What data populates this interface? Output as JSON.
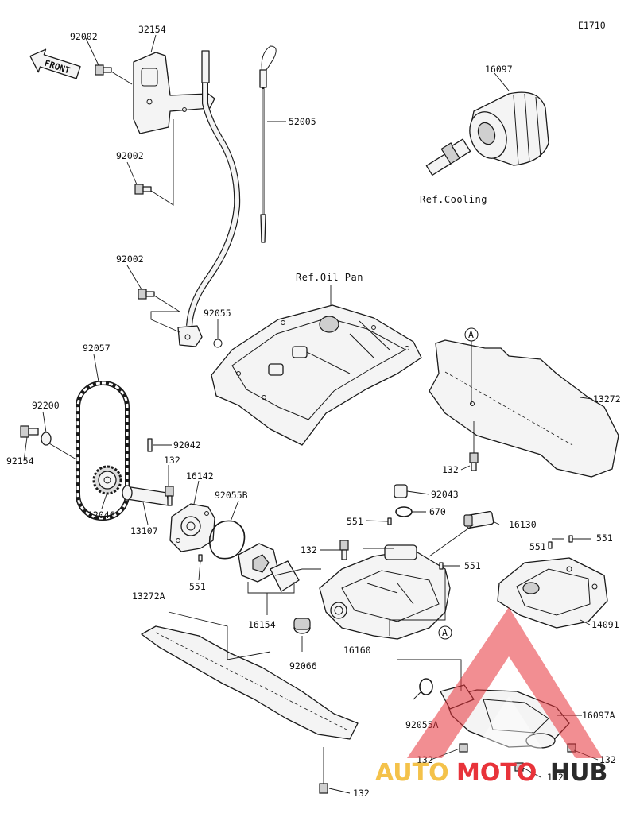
{
  "diagram_code": "E1710",
  "front_label": "FRONT",
  "references": {
    "cooling": "Ref.Cooling",
    "oil_pan": "Ref.Oil Pan"
  },
  "callout_letter": "A",
  "part_numbers": {
    "p92002_top": "92002",
    "p32154": "32154",
    "p52005": "52005",
    "p16097": "16097",
    "p92002_mid": "92002",
    "p92002_low": "92002",
    "p92055": "92055",
    "p92057": "92057",
    "p92200": "92200",
    "p92154": "92154",
    "p92042": "92042",
    "p132_pump": "132",
    "p16142": "16142",
    "p92055B": "92055B",
    "p12046": "12046",
    "p13107": "13107",
    "p551_pump": "551",
    "p16154": "16154",
    "p13272": "13272",
    "p132_right": "132",
    "p92043": "92043",
    "p670": "670",
    "p16130": "16130",
    "p551_top": "551",
    "p132_block": "132",
    "p551_block": "551",
    "p551_r1": "551",
    "p551_r2": "551",
    "p14091": "14091",
    "p13272A": "13272A",
    "p92066": "92066",
    "p16160": "16160",
    "p92055A": "92055A",
    "p16097A": "16097A",
    "p132_b1": "132",
    "p132_b2": "132",
    "p132_b3": "132",
    "p132_b4": "132"
  },
  "watermark": {
    "auto": "AUTO",
    "moto": "MOTO",
    "hub": "HUB",
    "color_auto": "#f4c24a",
    "color_moto": "#e8333a",
    "color_hub": "#2a2a2a",
    "color_logo": "#e8333a"
  }
}
